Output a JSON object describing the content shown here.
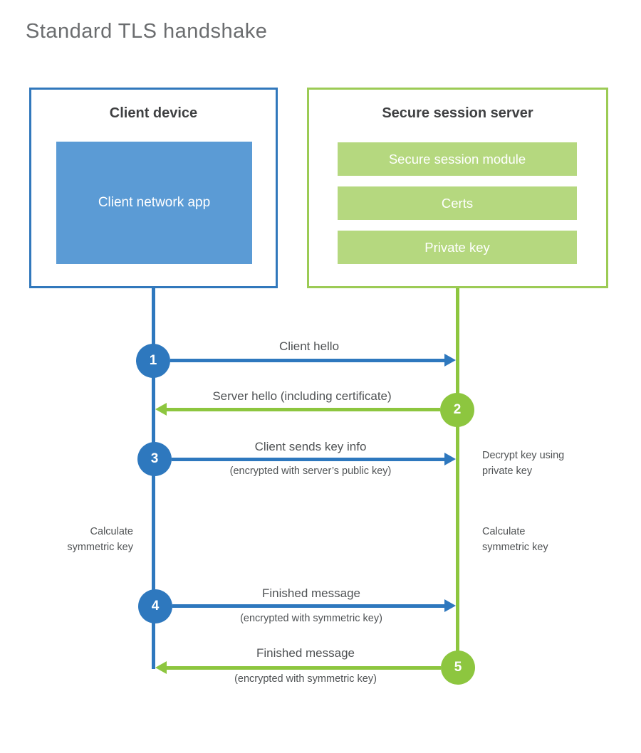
{
  "title": "Standard TLS handshake",
  "colors": {
    "blue_border": "#3178BC",
    "blue_fill": "#5B9BD5",
    "blue_accent": "#2E78BE",
    "green_border": "#9CCB55",
    "green_fill": "#B5D87F",
    "green_accent": "#8DC63F",
    "heading_text": "#3F4042",
    "label_text": "#4F5254",
    "title_text": "#6B6D6F"
  },
  "client": {
    "title": "Client device",
    "app_label": "Client network app"
  },
  "server": {
    "title": "Secure session server",
    "modules": [
      "Secure session module",
      "Certs",
      "Private key"
    ]
  },
  "messages": [
    {
      "step": "1",
      "from": "client",
      "label": "Client hello",
      "sub": ""
    },
    {
      "step": "2",
      "from": "server",
      "label": "Server hello (including certificate)",
      "sub": ""
    },
    {
      "step": "3",
      "from": "client",
      "label": "Client sends key info",
      "sub": "(encrypted with server’s public key)"
    },
    {
      "step": "4",
      "from": "client",
      "label": "Finished message",
      "sub": "(encrypted with symmetric key)"
    },
    {
      "step": "5",
      "from": "server",
      "label": "Finished message",
      "sub": "(encrypted with symmetric key)"
    }
  ],
  "notes": {
    "decrypt": "Decrypt key using private key",
    "calc_client": "Calculate symmetric key",
    "calc_server": "Calculate symmetric key"
  }
}
